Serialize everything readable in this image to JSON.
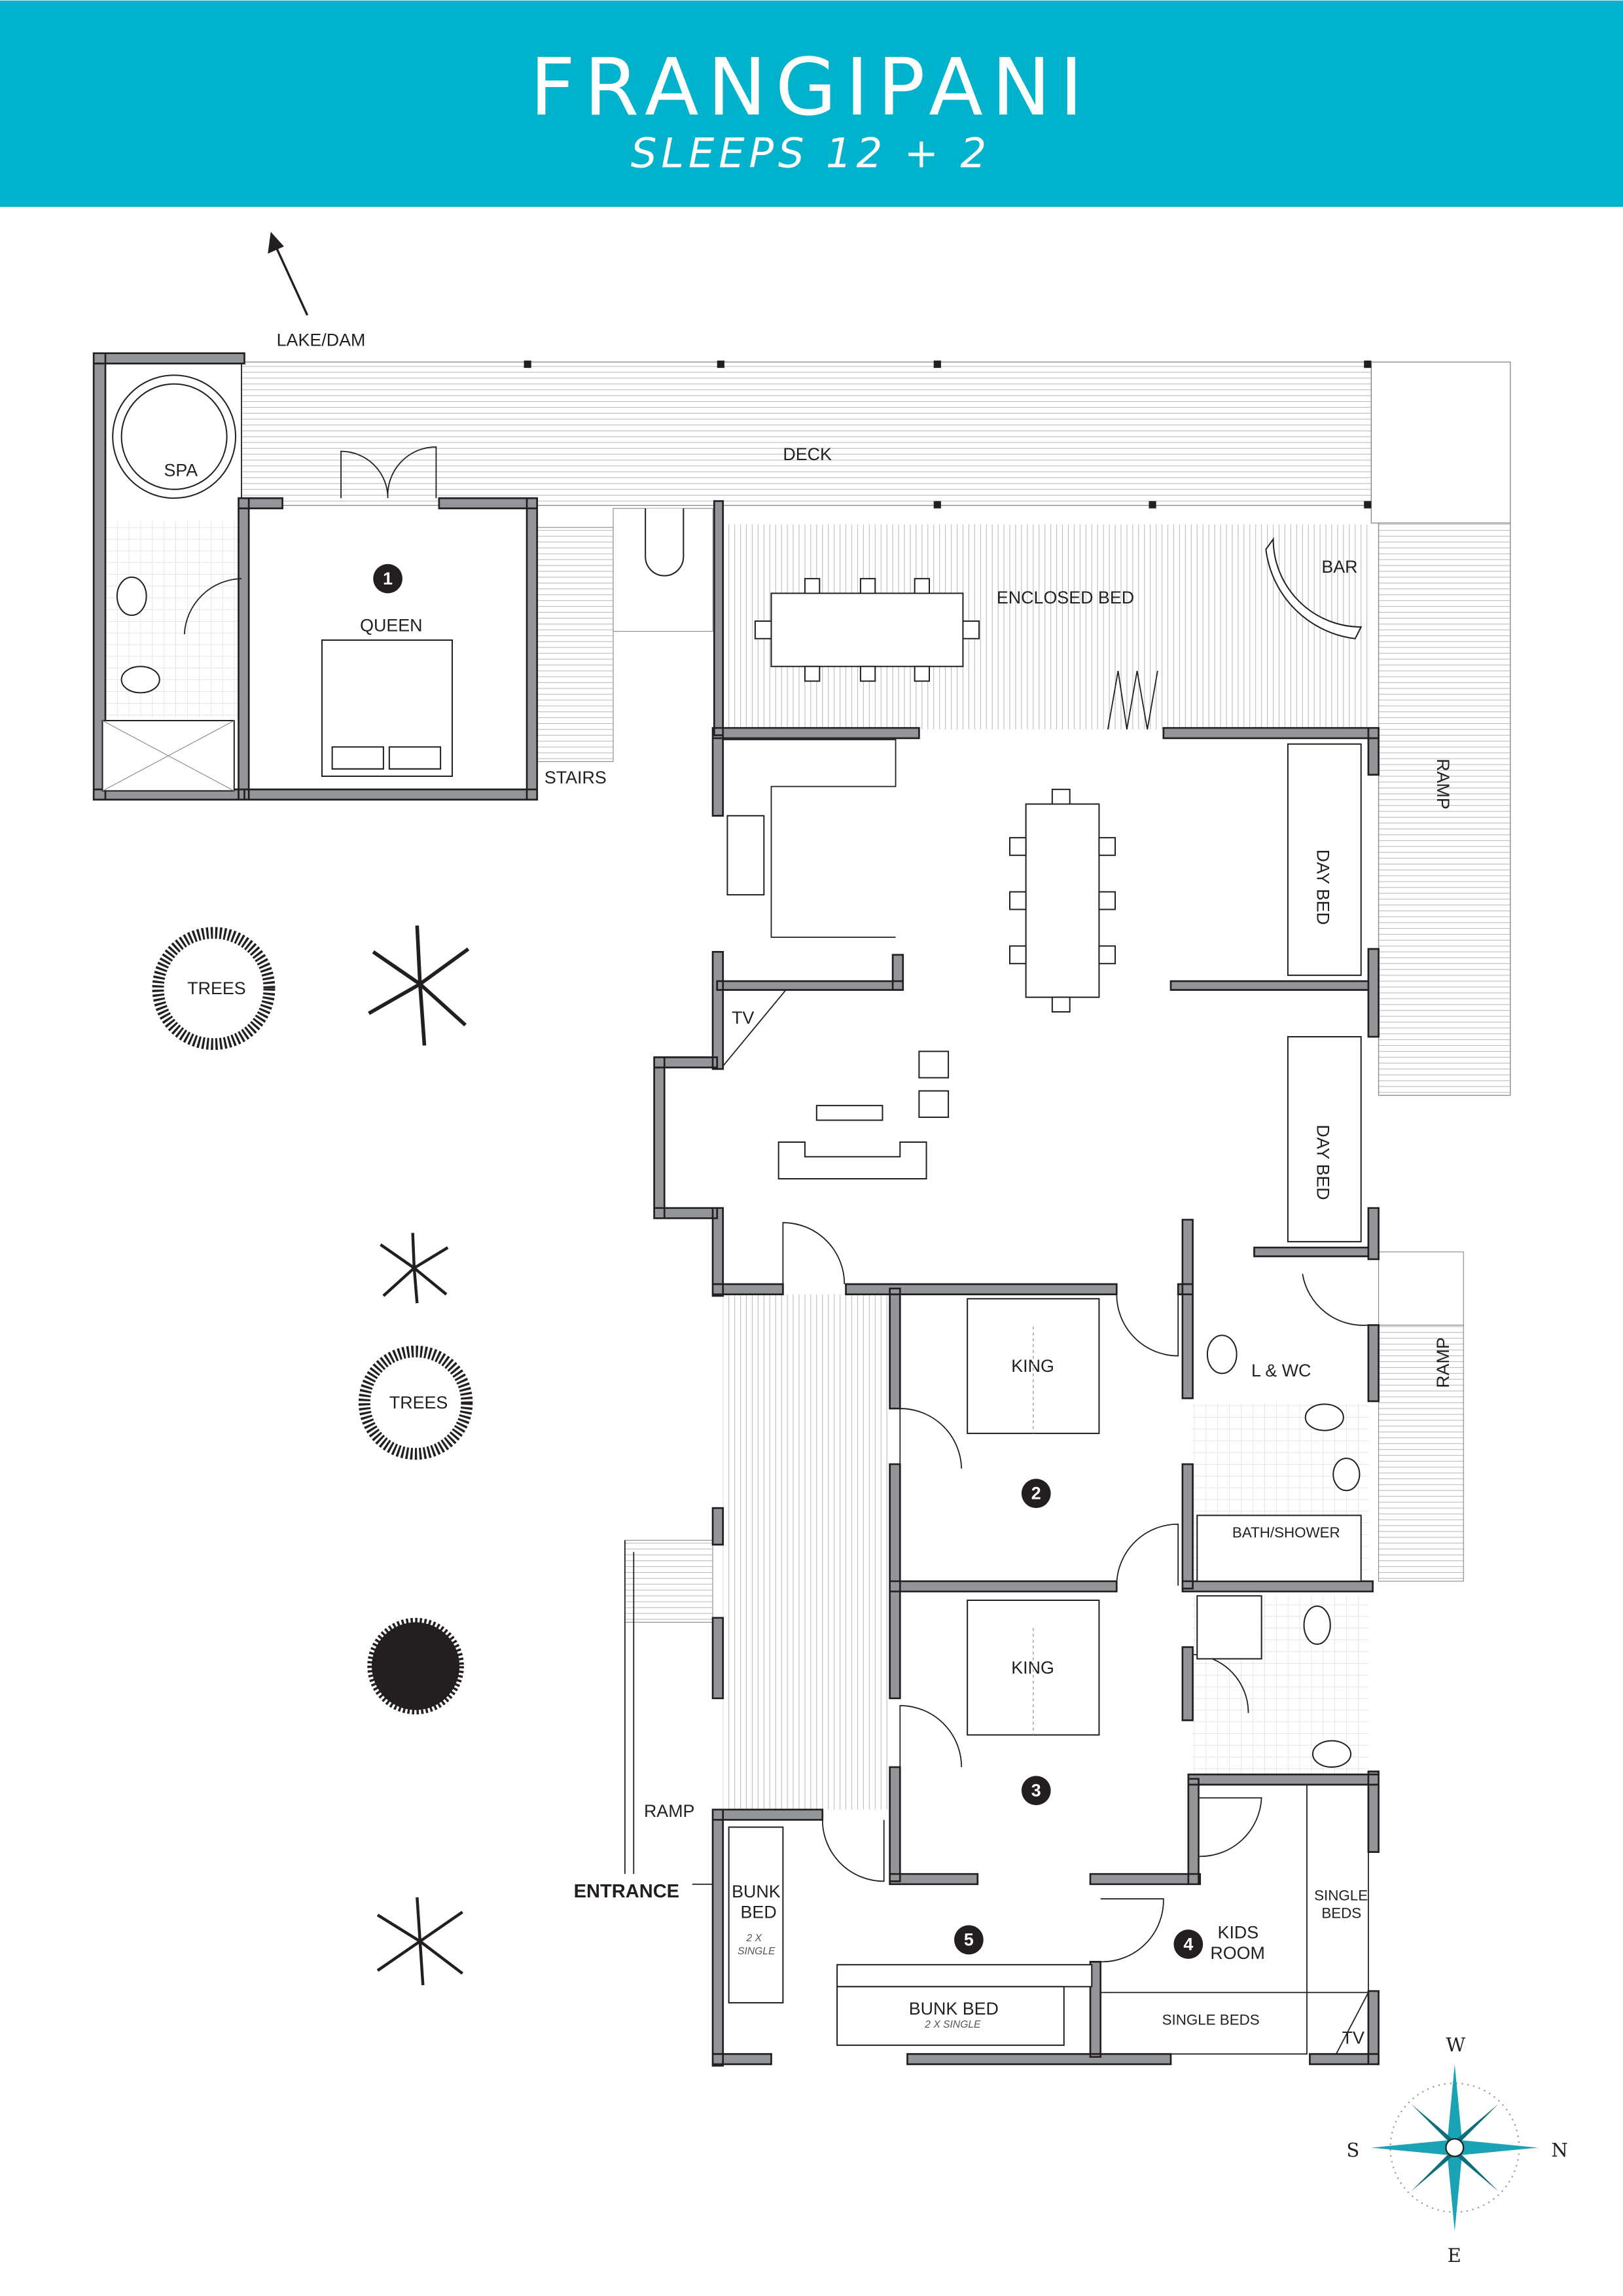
{
  "header": {
    "title": "FRANGIPANI",
    "subtitle": "SLEEPS 12 + 2",
    "background": "#00b2cc"
  },
  "colors": {
    "wall": "#939598",
    "line": "#231f20",
    "compass": "#1aa3b5"
  },
  "labels": {
    "lake": "LAKE/DAM",
    "deck": "DECK",
    "spa": "SPA",
    "queen": "QUEEN",
    "stairs": "STAIRS",
    "enclosed_bed": "ENCLOSED BED",
    "bar": "BAR",
    "ramp_top": "RAMP",
    "ramp_mid": "RAMP",
    "ramp_entrance": "RAMP",
    "day_bed_1": "DAY BED",
    "day_bed_2": "DAY BED",
    "tv_living": "TV",
    "tv_kids": "TV",
    "trees_1": "TREES",
    "trees_2": "TREES",
    "king_1": "KING",
    "king_2": "KING",
    "l_wc": "L & WC",
    "bath_shower": "BATH/SHOWER",
    "entrance": "ENTRANCE",
    "bunk_bed_side_1": "BUNK",
    "bunk_bed_side_2": "BED",
    "bunk_side_note_1": "2 X",
    "bunk_side_note_2": "SINGLE",
    "bunk_bed_bottom": "BUNK BED",
    "bunk_bottom_note": "2 X SINGLE",
    "kids_room_1": "KIDS",
    "kids_room_2": "ROOM",
    "single_beds_side_1": "SINGLE",
    "single_beds_side_2": "BEDS",
    "single_beds_bottom": "SINGLE BEDS"
  },
  "room_numbers": {
    "r1": "1",
    "r2": "2",
    "r3": "3",
    "r4": "4",
    "r5": "5"
  },
  "compass": {
    "w": "W",
    "s": "S",
    "n": "N",
    "e": "E"
  }
}
